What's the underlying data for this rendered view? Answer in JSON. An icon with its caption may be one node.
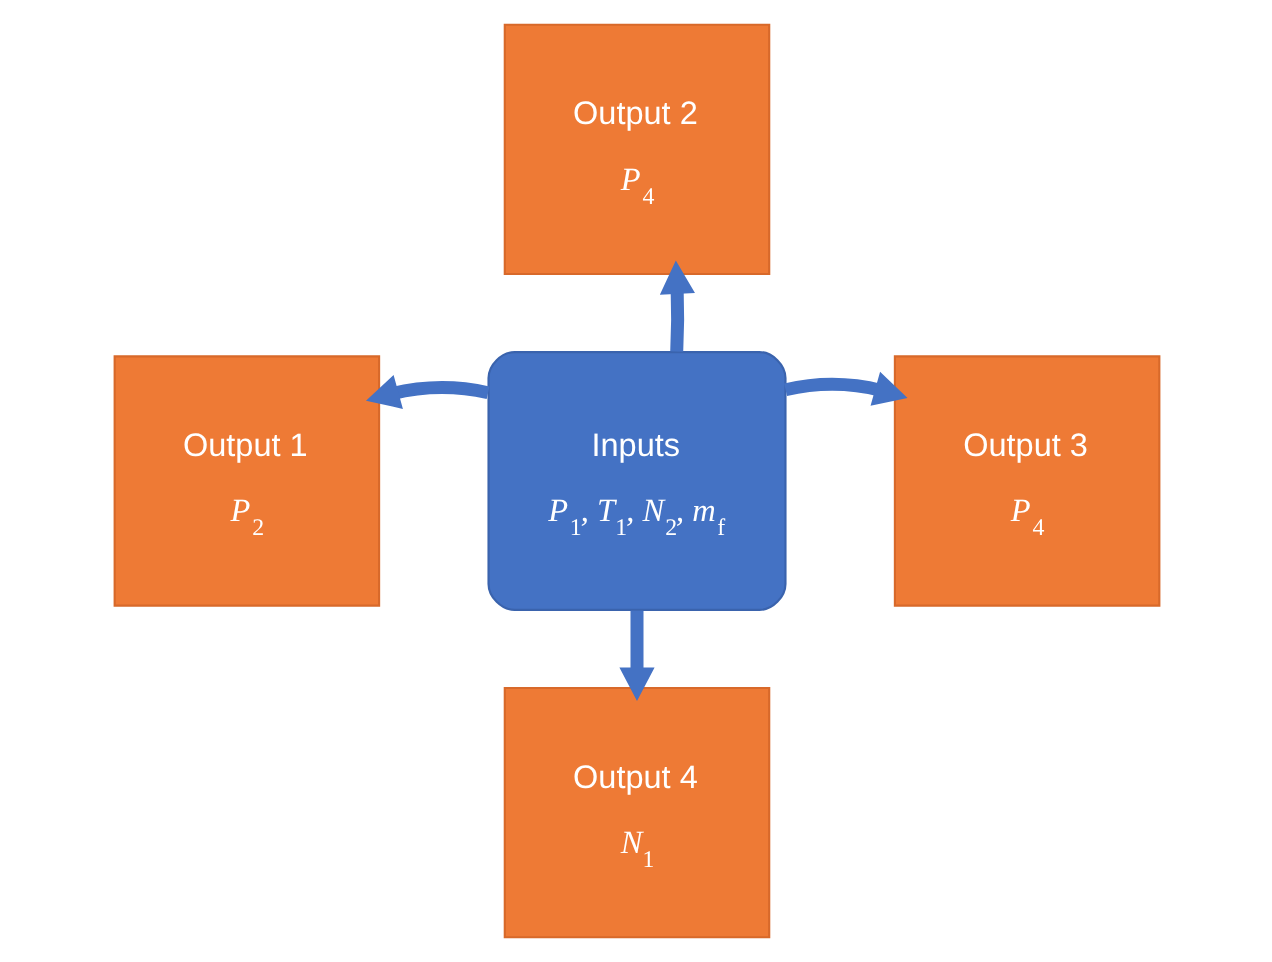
{
  "diagram": {
    "nodes": [
      {
        "text": [
          "Output 2",
          "P$_{4}$"
        ]
      },
      {
        "text": [
          "Output 1",
          "P$_{2}$"
        ]
      },
      {
        "text": [
          "Inputs",
          "P$_{1}$, T$_{1}$, N$_{2}$, m$_{f}$"
        ]
      },
      {
        "text": [
          "Output 3",
          "P$_{4}$"
        ]
      },
      {
        "text": [
          "Output 4",
          "N$_{1}$"
        ]
      }
    ],
    "edges": [
      {
        "from": 2,
        "to": 0,
        "arrow": "to"
      },
      {
        "from": 2,
        "to": 1,
        "arrow": "to"
      },
      {
        "from": 2,
        "to": 3,
        "arrow": "to"
      },
      {
        "from": 2,
        "to": 4,
        "arrow": "to"
      }
    ]
  }
}
